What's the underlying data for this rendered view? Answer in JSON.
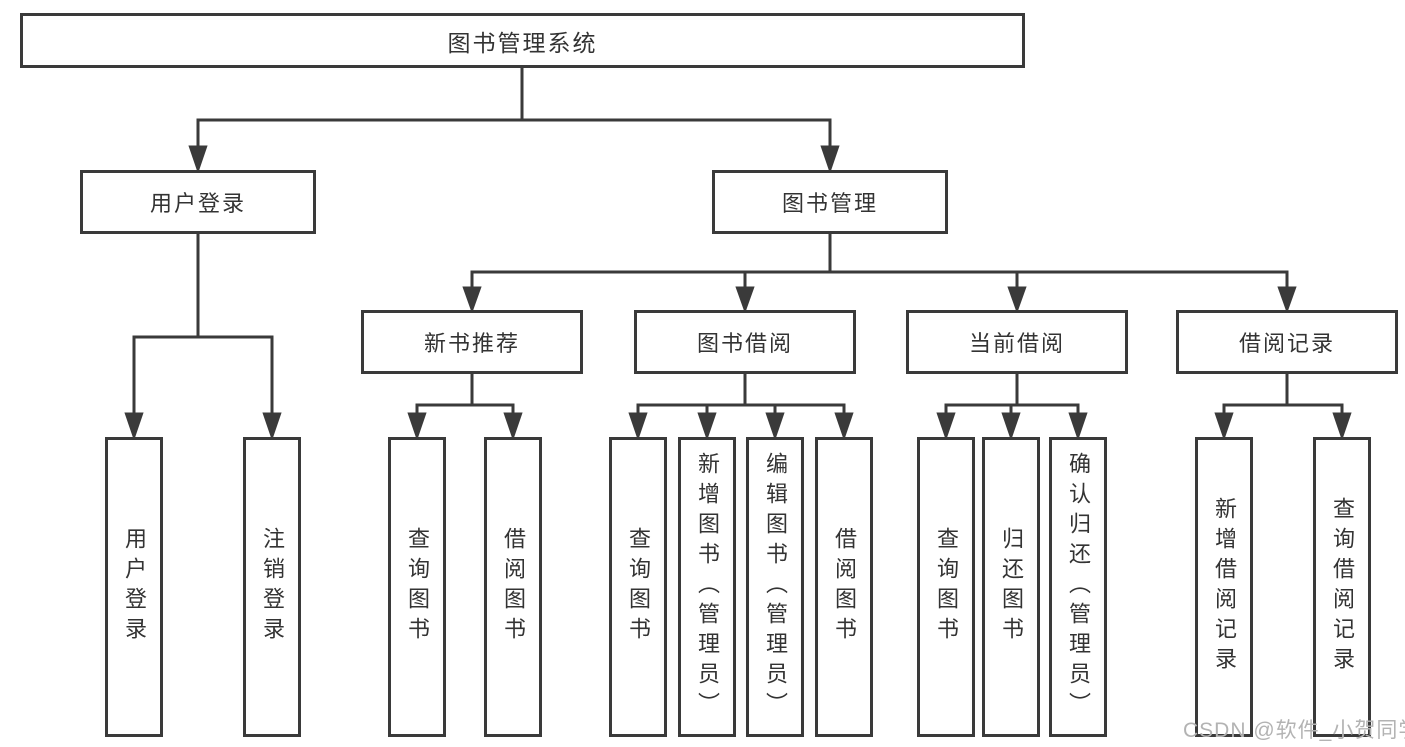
{
  "diagram_type": "hierarchy-tree",
  "tree": {
    "label": "图书管理系统",
    "children": [
      {
        "label": "用户登录",
        "children": [
          {
            "label": "用户登录"
          },
          {
            "label": "注销登录"
          }
        ]
      },
      {
        "label": "图书管理",
        "children": [
          {
            "label": "新书推荐",
            "children": [
              {
                "label": "查询图书"
              },
              {
                "label": "借阅图书"
              }
            ]
          },
          {
            "label": "图书借阅",
            "children": [
              {
                "label": "查询图书"
              },
              {
                "label": "新增图书（管理员）"
              },
              {
                "label": "编辑图书（管理员）"
              },
              {
                "label": "借阅图书"
              }
            ]
          },
          {
            "label": "当前借阅",
            "children": [
              {
                "label": "查询图书"
              },
              {
                "label": "归还图书"
              },
              {
                "label": "确认归还（管理员）"
              }
            ]
          },
          {
            "label": "借阅记录",
            "children": [
              {
                "label": "新增借阅记录"
              },
              {
                "label": "查询借阅记录"
              }
            ]
          }
        ]
      }
    ]
  },
  "watermark": "CSDN @软件_小贺同学",
  "colors": {
    "line": "#3a3a3a",
    "box_border": "#3a3a3a",
    "text": "#333333",
    "background": "#ffffff",
    "watermark": "#b3b3b3"
  }
}
